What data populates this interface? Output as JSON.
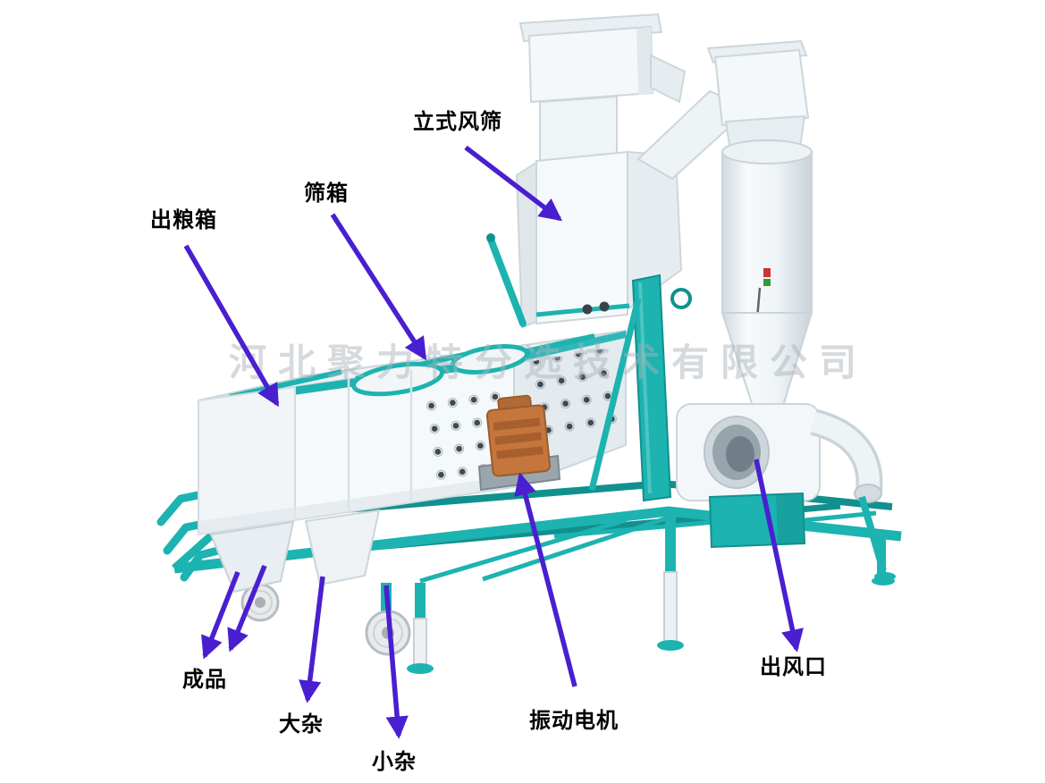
{
  "diagram": {
    "watermark": "河北聚力特分选技术有限公司",
    "labels": {
      "vertical_air_screen": "立式风筛",
      "sieve_box": "筛箱",
      "grain_outlet_box": "出粮箱",
      "finished_product": "成品",
      "large_impurities": "大杂",
      "small_impurities": "小杂",
      "vibration_motor": "振动电机",
      "air_outlet": "出风口"
    },
    "colors": {
      "machine_teal": "#1cb3b0",
      "machine_teal_dark": "#12908e",
      "machine_white": "#f4f8fa",
      "machine_shade": "#dde6ea",
      "arrow_purple": "#4a1fd0",
      "motor_orange": "#c4763c",
      "label_text": "#000000",
      "watermark_grey": "#aab4ba"
    }
  }
}
